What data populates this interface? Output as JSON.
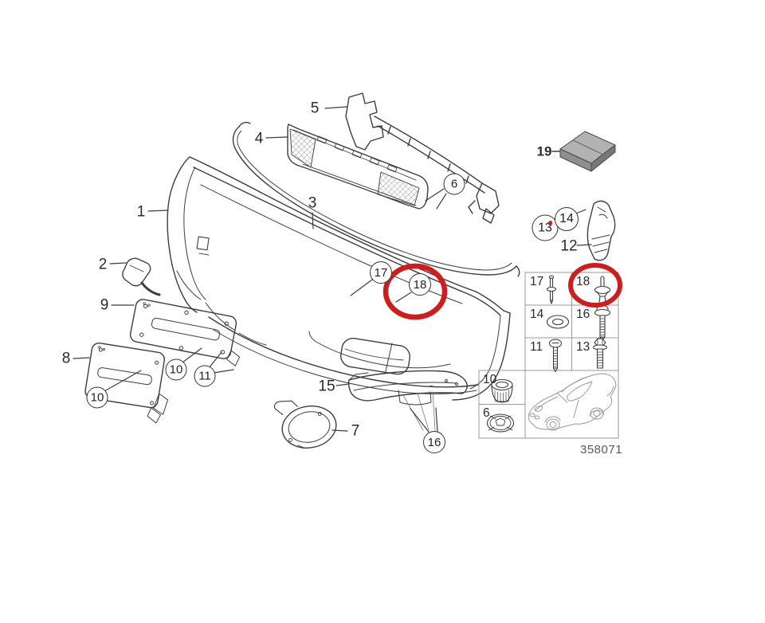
{
  "diagram": {
    "number": "358071",
    "type": "exploded-parts-diagram",
    "subject_icon": "car-coupe-silhouette",
    "colors": {
      "line": "#3d3d3d",
      "highlight_red": "#cf1d1d",
      "grid_border": "#999999",
      "box_top": "#b2b2b2",
      "box_front": "#8f8f8f",
      "box_side": "#787878",
      "car_line": "#9a9a9a",
      "number_gray": "#585858"
    },
    "highlights": {
      "color": "#cf1d1d",
      "targets": [
        "callout-18-main",
        "legend-cell-18"
      ]
    }
  },
  "callouts": {
    "plain": [
      {
        "label": "1"
      },
      {
        "label": "2"
      },
      {
        "label": "3"
      },
      {
        "label": "4"
      },
      {
        "label": "5"
      },
      {
        "label": "7"
      },
      {
        "label": "8"
      },
      {
        "label": "9"
      },
      {
        "label": "12"
      },
      {
        "label": "15"
      },
      {
        "label": "19"
      }
    ],
    "circled": [
      {
        "label": "6"
      },
      {
        "label": "10"
      },
      {
        "label": "10"
      },
      {
        "label": "11"
      },
      {
        "label": "13",
        "red_mark": true
      },
      {
        "label": "14"
      },
      {
        "label": "16"
      },
      {
        "label": "17"
      },
      {
        "label": "18",
        "highlighted": true
      }
    ]
  },
  "legend": {
    "cells": [
      {
        "label": "17",
        "icon": "expansion-rivet-pin-icon"
      },
      {
        "label": "18",
        "icon": "expanding-rivet-icon",
        "highlighted": true
      },
      {
        "label": "14",
        "icon": "washer-icon"
      },
      {
        "label": "16",
        "icon": "screw-washer-head-icon"
      },
      {
        "label": "11",
        "icon": "pan-head-screw-icon"
      },
      {
        "label": "13",
        "icon": "hex-flange-bolt-icon"
      },
      {
        "label": "10",
        "icon": "grommet-nut-icon"
      },
      {
        "label": "6",
        "icon": "cap-grommet-icon"
      }
    ]
  }
}
